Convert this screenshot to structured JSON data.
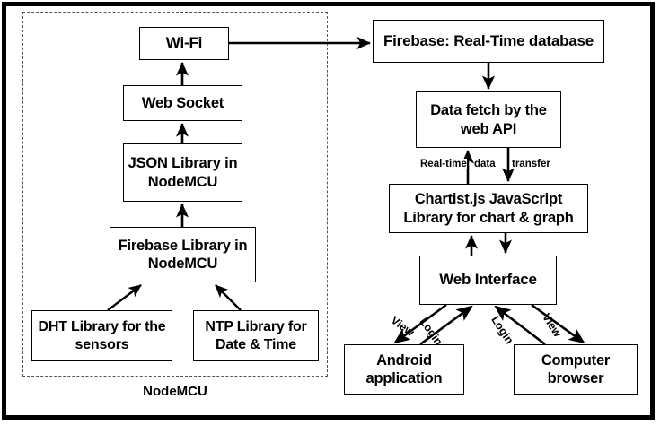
{
  "diagram": {
    "title": "IoT System Architecture Block Diagram",
    "group_label": "NodeMCU",
    "colors": {
      "frame": "#000000",
      "box_border": "#000000",
      "group_border": "#555555",
      "text": "#000000",
      "background": "#ffffff"
    },
    "nodes": [
      {
        "id": "wifi",
        "label": "Wi-Fi"
      },
      {
        "id": "websocket",
        "label": "Web Socket"
      },
      {
        "id": "json",
        "label": "JSON Library in NodeMCU"
      },
      {
        "id": "fbl",
        "label": "Firebase Library in NodeMCU"
      },
      {
        "id": "dht",
        "label": "DHT Library for the sensors"
      },
      {
        "id": "ntp",
        "label": "NTP Library for Date & Time"
      },
      {
        "id": "firebase",
        "label": "Firebase: Real-Time database"
      },
      {
        "id": "datafetch",
        "label": "Data fetch by the web API"
      },
      {
        "id": "chartist",
        "label": "Chartist.js JavaScript Library for chart & graph"
      },
      {
        "id": "webui",
        "label": "Web Interface"
      },
      {
        "id": "android",
        "label": "Android application"
      },
      {
        "id": "browser",
        "label": "Computer browser"
      }
    ],
    "edge_labels": {
      "realtime": "Real-time",
      "data": "data",
      "transfer": "transfer",
      "view_left": "View",
      "login_left": "Login",
      "login_right": "Login",
      "view_right": "View"
    },
    "edges": [
      {
        "from": "dht",
        "to": "fbl",
        "style": "arrow-diagonal"
      },
      {
        "from": "ntp",
        "to": "fbl",
        "style": "arrow-diagonal"
      },
      {
        "from": "fbl",
        "to": "json",
        "style": "arrow-up"
      },
      {
        "from": "json",
        "to": "websocket",
        "style": "arrow-up"
      },
      {
        "from": "websocket",
        "to": "wifi",
        "style": "arrow-up"
      },
      {
        "from": "wifi",
        "to": "firebase",
        "style": "arrow-right"
      },
      {
        "from": "firebase",
        "to": "datafetch",
        "style": "arrow-down"
      },
      {
        "from": "chartist",
        "to": "datafetch",
        "style": "arrow-up",
        "label": "Real-time data transfer"
      },
      {
        "from": "datafetch",
        "to": "chartist",
        "style": "arrow-down",
        "label": "Real-time data transfer"
      },
      {
        "from": "webui",
        "to": "chartist",
        "style": "arrow-up"
      },
      {
        "from": "chartist",
        "to": "webui",
        "style": "arrow-down"
      },
      {
        "from": "webui",
        "to": "android",
        "style": "arrow-diagonal",
        "label": "View"
      },
      {
        "from": "android",
        "to": "webui",
        "style": "arrow-diagonal",
        "label": "Login"
      },
      {
        "from": "browser",
        "to": "webui",
        "style": "arrow-diagonal",
        "label": "Login"
      },
      {
        "from": "webui",
        "to": "browser",
        "style": "arrow-diagonal",
        "label": "View"
      }
    ]
  }
}
